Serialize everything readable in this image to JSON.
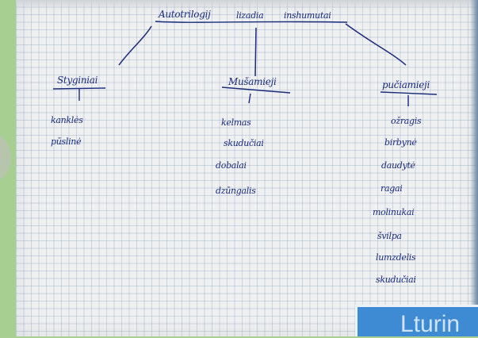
{
  "title": {
    "words": [
      "Autotrilogij",
      "lizadia",
      "inshumutai"
    ]
  },
  "columns": [
    {
      "heading": "Styginiai",
      "items": [
        "kanklės",
        "pūslinė"
      ]
    },
    {
      "heading": "Mušamieji",
      "items": [
        "kelmas",
        "skudučiai",
        "dobalai",
        "dzūngalis"
      ]
    },
    {
      "heading": "pučiamieji",
      "items": [
        "ožragis",
        "birbynė",
        "daudytė",
        "ragai",
        "molinukai",
        "švilpa",
        "lumzdelis",
        "skudučiai"
      ]
    }
  ],
  "banner": {
    "text": "Lturin"
  }
}
